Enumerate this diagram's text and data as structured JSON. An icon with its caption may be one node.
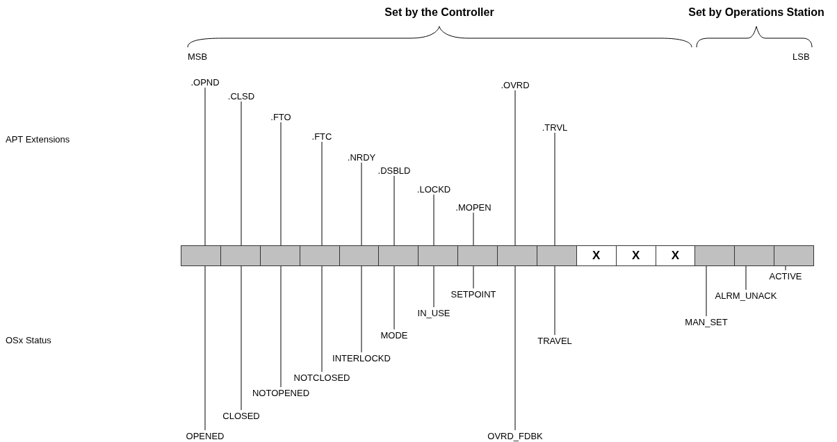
{
  "diagram": {
    "nodes": [
      {
        "text": [
          ".OPND"
        ]
      },
      {
        "text": [
          ".CLSD"
        ]
      },
      {
        "text": [
          ".FTO"
        ]
      },
      {
        "text": [
          ".FTC"
        ]
      },
      {
        "text": [
          ".NRDY"
        ]
      },
      {
        "text": [
          ".DSBLD"
        ]
      },
      {
        "text": [
          ".LOCKD"
        ]
      },
      {
        "text": [
          ".MOPEN"
        ]
      },
      {
        "text": [
          ".OVRD"
        ]
      },
      {
        "text": [
          ".TRVL"
        ]
      },
      {
        "text": [],
        "shape": "box"
      },
      {
        "text": [],
        "shape": "box"
      },
      {
        "text": [],
        "shape": "box"
      },
      {
        "text": [],
        "shape": "box"
      },
      {
        "text": [],
        "shape": "box"
      },
      {
        "text": [],
        "shape": "box"
      },
      {
        "text": [],
        "shape": "box"
      },
      {
        "text": [],
        "shape": "box"
      },
      {
        "text": [],
        "shape": "box"
      },
      {
        "text": [],
        "shape": "box"
      },
      {
        "text": [
          "X"
        ]
      },
      {
        "text": [
          "X"
        ]
      },
      {
        "text": [
          "X"
        ]
      },
      {
        "text": [],
        "shape": "box"
      },
      {
        "text": [],
        "shape": "box"
      },
      {
        "text": [],
        "shape": "box"
      },
      {
        "text": [
          "OPENED"
        ]
      },
      {
        "text": [
          "CLOSED"
        ]
      },
      {
        "text": [
          "NOTOPENED"
        ]
      },
      {
        "text": [
          "NOTCLOSED"
        ]
      },
      {
        "text": [
          "INTERLOCKD"
        ]
      },
      {
        "text": [
          "MODE"
        ]
      },
      {
        "text": [
          "IN_USE"
        ]
      },
      {
        "text": [
          "SETPOINT"
        ]
      },
      {
        "text": [
          "OVRD_FDBK"
        ]
      },
      {
        "text": [
          "TRAVEL"
        ]
      },
      {
        "text": [
          "MAN_SET"
        ]
      },
      {
        "text": [
          "ALRM_UNACK"
        ]
      },
      {
        "text": [
          "ACTIVE"
        ]
      }
    ],
    "edges": [
      {
        "from": 0,
        "to": 10,
        "arrow": "none"
      },
      {
        "from": 1,
        "to": 11,
        "arrow": "none"
      },
      {
        "from": 2,
        "to": 12,
        "arrow": "none"
      },
      {
        "from": 3,
        "to": 13,
        "arrow": "none"
      },
      {
        "from": 4,
        "to": 14,
        "arrow": "none"
      },
      {
        "from": 5,
        "to": 15,
        "arrow": "none"
      },
      {
        "from": 6,
        "to": 16,
        "arrow": "none"
      },
      {
        "from": 7,
        "to": 17,
        "arrow": "none"
      },
      {
        "from": 8,
        "to": 18,
        "arrow": "none"
      },
      {
        "from": 9,
        "to": 19,
        "arrow": "none"
      },
      {
        "from": 26,
        "to": 10,
        "arrow": "none"
      },
      {
        "from": 27,
        "to": 11,
        "arrow": "none"
      },
      {
        "from": 28,
        "to": 12,
        "arrow": "none"
      },
      {
        "from": 29,
        "to": 13,
        "arrow": "none"
      },
      {
        "from": 30,
        "to": 14,
        "arrow": "none"
      },
      {
        "from": 31,
        "to": 15,
        "arrow": "none"
      },
      {
        "from": 32,
        "to": 16,
        "arrow": "none"
      },
      {
        "from": 33,
        "to": 17,
        "arrow": "none"
      },
      {
        "from": 34,
        "to": 18,
        "arrow": "none"
      },
      {
        "from": 35,
        "to": 19,
        "arrow": "none"
      },
      {
        "from": 36,
        "to": 23,
        "arrow": "none"
      },
      {
        "from": 37,
        "to": 24,
        "arrow": "none"
      },
      {
        "from": 38,
        "to": 25,
        "arrow": "none"
      }
    ],
    "labels": [
      "Set by the Controller",
      "Set by Operations Station",
      "MSB",
      "LSB",
      "APT Extensions",
      "OSx Status"
    ]
  }
}
